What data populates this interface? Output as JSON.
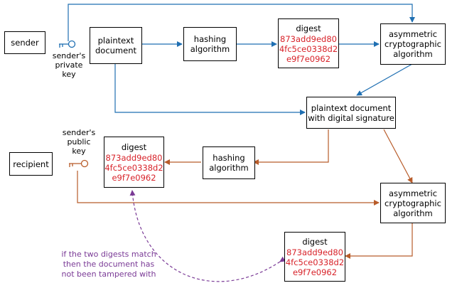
{
  "colors": {
    "blue": "#1f6fb2",
    "brown": "#b85c2a",
    "purple": "#7a3a96",
    "hash_red": "#d8232a"
  },
  "nodes": {
    "sender": "sender",
    "recipient": "recipient",
    "plaintext_document": [
      "plaintext",
      "document"
    ],
    "hashing_top": [
      "hashing",
      "algorithm"
    ],
    "digest_top": {
      "title": "digest",
      "lines": [
        "873add9ed80",
        "4fc5ce0338d2",
        "e9f7e0962"
      ]
    },
    "asymmetric_top": [
      "asymmetric",
      "cryptographic",
      "algorithm"
    ],
    "signed_document": [
      "plaintext document",
      "with digital signature"
    ],
    "hashing_mid": [
      "hashing",
      "algorithm"
    ],
    "digest_mid": {
      "title": "digest",
      "lines": [
        "873add9ed80",
        "4fc5ce0338d2",
        "e9f7e0962"
      ]
    },
    "asymmetric_bottom": [
      "asymmetric",
      "cryptographic",
      "algorithm"
    ],
    "digest_bottom": {
      "title": "digest",
      "lines": [
        "873add9ed80",
        "4fc5ce0338d2",
        "e9f7e0962"
      ]
    }
  },
  "labels": {
    "private_key": [
      "sender's",
      "private",
      "key"
    ],
    "public_key": [
      "sender's",
      "public",
      "key"
    ]
  },
  "icons": {
    "private_key": "key-icon",
    "public_key": "key-icon"
  },
  "note": [
    "if the two digests match",
    "then the document has",
    "not been tampered with"
  ]
}
